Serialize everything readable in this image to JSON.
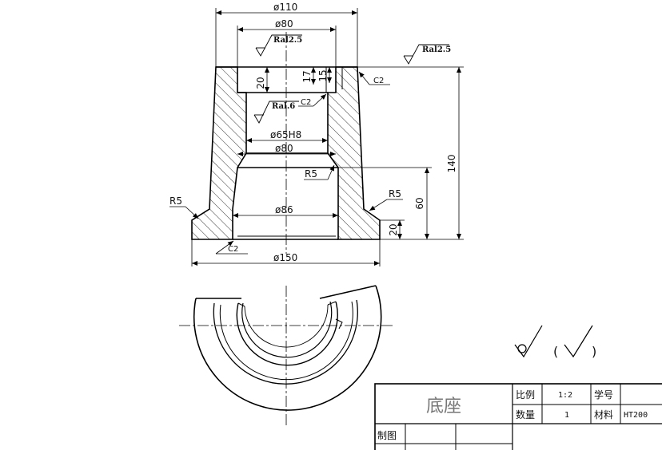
{
  "drawing": {
    "dims": {
      "d110": "ø110",
      "d80_top": "ø80",
      "d65h8": "ø65H8",
      "d80_mid": "ø80",
      "d86": "ø86",
      "d150": "ø150",
      "h20_top": "20",
      "h17": "17",
      "h15": "15",
      "h140": "140",
      "h60": "60",
      "h20_bot": "20",
      "r5_left": "R5",
      "r5_right": "R5",
      "r5_inner": "R5",
      "c2_right": "C2",
      "c2_mid": "C2",
      "c2_bot": "C2"
    },
    "roughness": {
      "ra_top_inner": "Ral2.5",
      "ra_top_right": "Ral2.5",
      "ra_bore": "Ral.6"
    },
    "general_roughness": {
      "open_paren": "(",
      "close_paren": ")"
    }
  },
  "title_block": {
    "part_name": "底座",
    "scale_label": "比例",
    "scale_value": "1:2",
    "student_no_label": "学号",
    "quantity_label": "数量",
    "quantity_value": "1",
    "material_label": "材料",
    "material_value": "HT200",
    "drawn_by_label": "制图"
  }
}
